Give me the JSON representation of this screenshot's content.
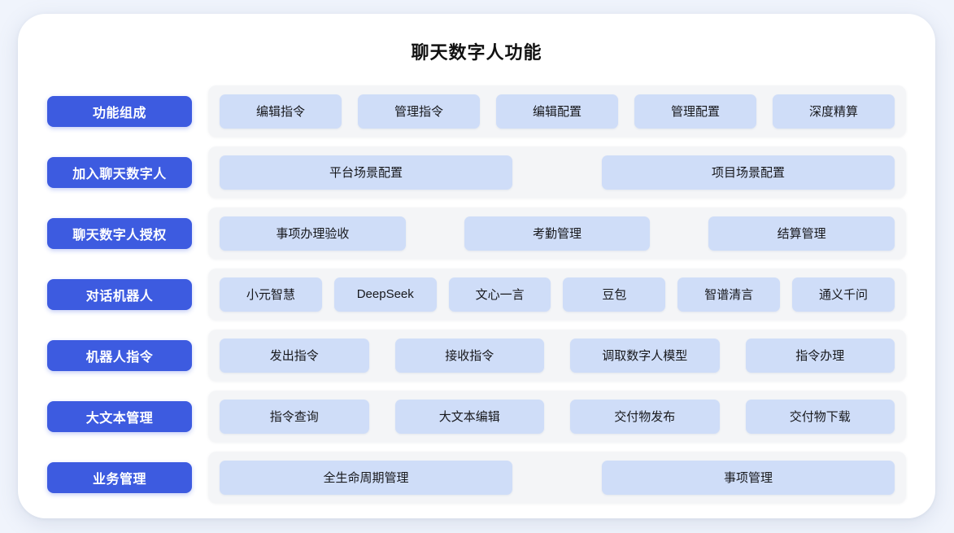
{
  "page": {
    "title": "聊天数字人功能",
    "background_color": "#f0f4fc",
    "card_color": "#ffffff",
    "label_color": "#3d5be0",
    "pill_color": "#cfddf8",
    "panel_color": "#f4f5f7"
  },
  "rows": [
    {
      "label": "功能组成",
      "layout": "five-up",
      "items": [
        "编辑指令",
        "管理指令",
        "编辑配置",
        "管理配置",
        "深度精算"
      ]
    },
    {
      "label": "加入聊天数字人",
      "layout": "two-up",
      "items": [
        "平台场景配置",
        "项目场景配置"
      ]
    },
    {
      "label": "聊天数字人授权",
      "layout": "three-up",
      "items": [
        "事项办理验收",
        "考勤管理",
        "结算管理"
      ]
    },
    {
      "label": "对话机器人",
      "layout": "six-up",
      "items": [
        "小元智慧",
        "DeepSeek",
        "文心一言",
        "豆包",
        "智谱清言",
        "通义千问"
      ]
    },
    {
      "label": "机器人指令",
      "layout": "four-up",
      "items": [
        "发出指令",
        "接收指令",
        "调取数字人模型",
        "指令办理"
      ]
    },
    {
      "label": "大文本管理",
      "layout": "four-up",
      "items": [
        "指令查询",
        "大文本编辑",
        "交付物发布",
        "交付物下载"
      ]
    },
    {
      "label": "业务管理",
      "layout": "two-up",
      "items": [
        "全生命周期管理",
        "事项管理"
      ]
    }
  ]
}
